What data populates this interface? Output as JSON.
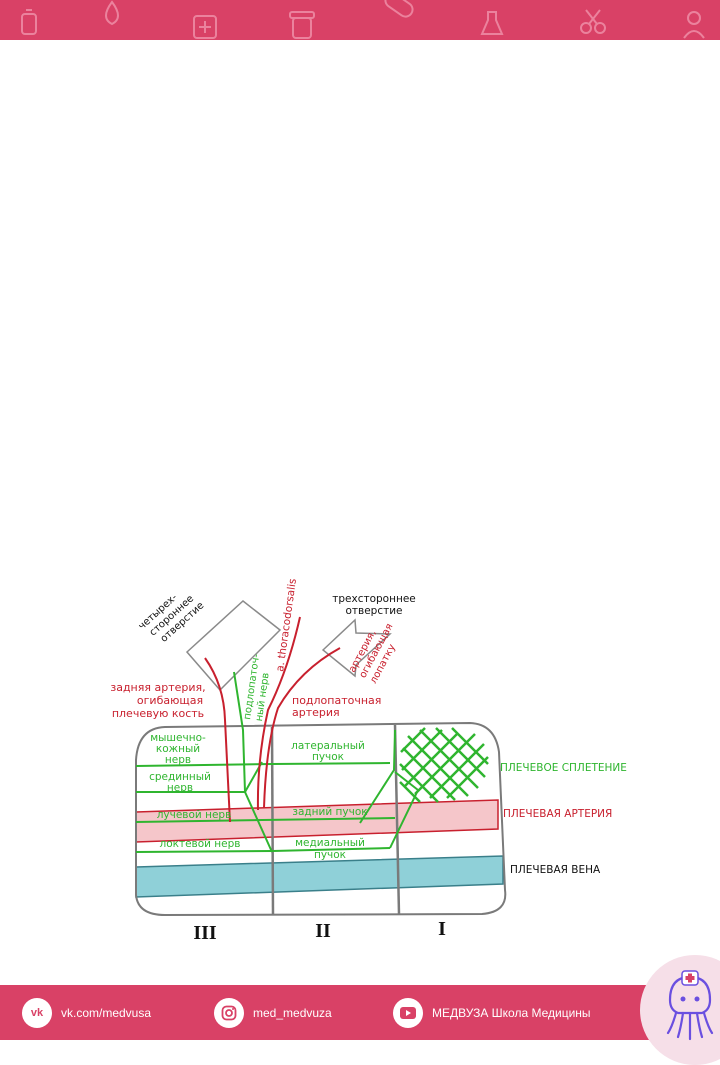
{
  "colors": {
    "brand": "#d94166",
    "nerve": "#2fb52f",
    "artery": "#c8202e",
    "vein_fill": "#8fd0d8",
    "artery_fill": "#f5c6ca",
    "outline": "#7a7a7a"
  },
  "header": {
    "icons": [
      "bottle-icon",
      "drop-icon",
      "medical-box-icon",
      "jar-icon",
      "pill-icon",
      "flask-icon",
      "scissors-icon",
      "doctor-icon"
    ]
  },
  "diagram": {
    "zones": [
      "III",
      "II",
      "I"
    ],
    "openings": {
      "quadrangular": [
        "четырех-",
        "стороннее",
        "отверстие"
      ],
      "triangular": [
        "трехстороннее",
        "отверстие"
      ]
    },
    "vessel_labels": {
      "posterior_circumflex_humeral": [
        "задняя артерия,",
        "огибающая",
        "плечевую кость"
      ],
      "thoracodorsal": "a. thoracodorsalis",
      "circumflex_scapular": [
        "артерия,",
        "огибающая",
        "лопатку"
      ],
      "subscapular": [
        "подлопаточная",
        "артерия"
      ]
    },
    "subscapular_nerve": [
      "подлопаточ-",
      "ный нерв"
    ],
    "nerves": {
      "musculocutaneous": [
        "мышечно-",
        "кожный",
        "нерв"
      ],
      "median": [
        "срединный",
        "нерв"
      ],
      "radial": "лучевой нерв",
      "ulnar": "локтевой нерв"
    },
    "cords": {
      "lateral": [
        "латеральный",
        "пучок"
      ],
      "posterior": "задний пучок",
      "medial": [
        "медиальный",
        "пучок"
      ]
    },
    "legend": {
      "plexus": "ПЛЕЧЕВОЕ СПЛЕТЕНИЕ",
      "artery": "ПЛЕЧЕВАЯ АРТЕРИЯ",
      "vein": "ПЛЕЧЕВАЯ ВЕНА"
    }
  },
  "footer": {
    "vk": {
      "icon": "vk-icon",
      "text": "vk.com/medvusa"
    },
    "instagram": {
      "icon": "instagram-icon",
      "text": "med_medvuza"
    },
    "youtube": {
      "icon": "youtube-icon",
      "text": "МЕДВУЗА Школа Медицины"
    },
    "mascot": "octopus-doctor-icon"
  }
}
